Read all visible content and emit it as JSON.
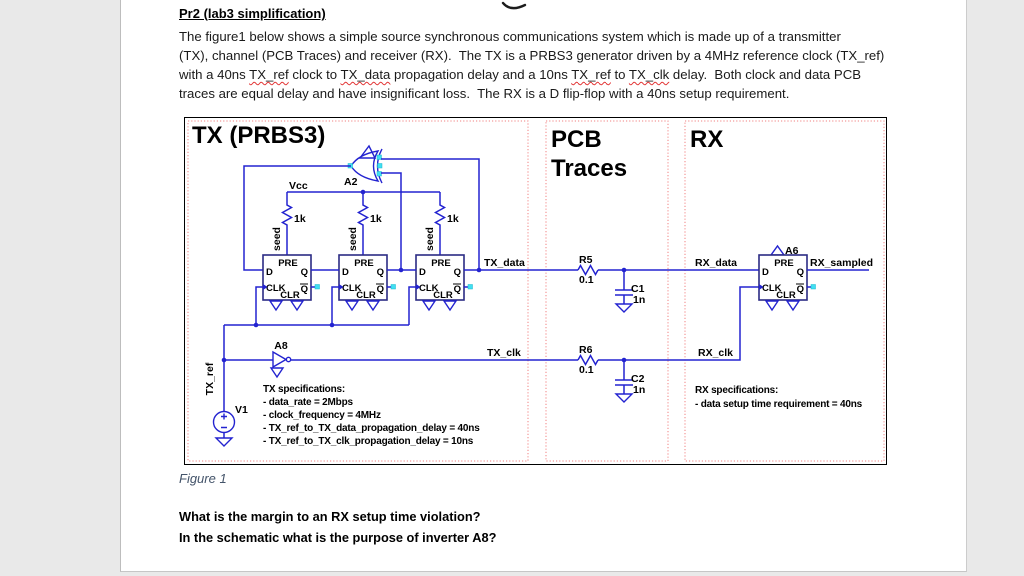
{
  "colors": {
    "wire_blue": "#2323d0",
    "box_navy": "#2b2b84",
    "dotted_red": "#f28080",
    "pin_cyan": "#40dff2",
    "caption_blue": "#44546a",
    "page_bg": "#ffffff",
    "desk_bg": "#e9e9e9"
  },
  "page": {
    "header": {
      "title": "Pr2 (lab3 simplification)",
      "lines": [
        {
          "segments": [
            {
              "t": "The figure1 below shows a simple source synchronous communications system which is made up of a transmitter"
            }
          ]
        },
        {
          "segments": [
            {
              "t": "(TX), channel (PCB Traces) and receiver (RX).  The TX is a PRBS3 generator driven by a 4MHz reference clock (TX_ref)"
            }
          ]
        },
        {
          "segments": [
            {
              "t": "with a 40ns "
            },
            {
              "t": "TX_ref",
              "sq": true
            },
            {
              "t": " clock to "
            },
            {
              "t": "TX_data",
              "sq": true
            },
            {
              "t": " propagation delay and a 10ns "
            },
            {
              "t": "TX_ref",
              "sq": true
            },
            {
              "t": " to "
            },
            {
              "t": "TX_clk",
              "sq": true
            },
            {
              "t": " delay.  Both clock and data PCB"
            }
          ]
        },
        {
          "segments": [
            {
              "t": "traces are equal delay and have insignificant loss.  The RX is a D flip-flop with a 40ns setup requirement."
            }
          ]
        }
      ]
    },
    "caption": "Figure 1",
    "questions": [
      "What is the margin to an RX setup time violation?",
      "In the schematic what is the purpose of inverter A8?"
    ]
  },
  "figure": {
    "titles": {
      "tx": "TX (PRBS3)",
      "pcb1": "PCB",
      "pcb2": "Traces",
      "rx": "RX"
    },
    "labels": {
      "vcc": "Vcc",
      "res_value": "1k",
      "seed": "seed",
      "a2": "A2",
      "a8": "A8",
      "a6": "A6",
      "v1": "V1",
      "txref": "TX_ref"
    },
    "pins": {
      "pre": "PRE",
      "d": "D",
      "q": "Q",
      "qbar": "Q",
      "clk": "CLK",
      "clr": "CLR"
    },
    "nets": {
      "tx_data": "TX_data",
      "tx_clk": "TX_clk",
      "rx_data": "RX_data",
      "rx_clk": "RX_clk",
      "rx_sampled": "RX_sampled"
    },
    "pcb": {
      "r5": {
        "ref": "R5",
        "value": "0.1"
      },
      "r6": {
        "ref": "R6",
        "value": "0.1"
      },
      "c1": {
        "ref": "C1",
        "value": "1n"
      },
      "c2": {
        "ref": "C2",
        "value": "1n"
      }
    },
    "tx_specs": {
      "title": "TX specifications:",
      "items": [
        "- data_rate = 2Mbps",
        "- clock_frequency = 4MHz",
        "- TX_ref_to_TX_data_propagation_delay = 40ns",
        "- TX_ref_to_TX_clk_propagation_delay = 10ns"
      ]
    },
    "rx_specs": {
      "title": "RX specifications:",
      "items": [
        "- data setup time requirement = 40ns"
      ]
    }
  }
}
